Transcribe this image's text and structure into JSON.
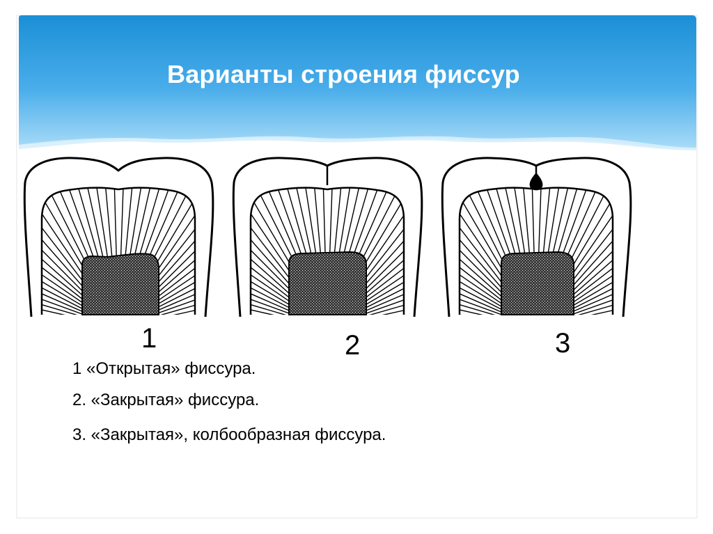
{
  "slide": {
    "title": "Варианты строения фиссур",
    "colors": {
      "header_top": "#1c8fd6",
      "header_bottom": "#9fd6f7",
      "outline": "#000000",
      "text": "#000000"
    }
  },
  "figure": {
    "teeth": [
      {
        "number": "1",
        "fissure": "open"
      },
      {
        "number": "2",
        "fissure": "closed"
      },
      {
        "number": "3",
        "fissure": "flask-shaped"
      }
    ]
  },
  "captions": [
    "1 «Открытая» фиссура.",
    "2. «Закрытая» фиссура.",
    "3. «Закрытая», колбообразная фиссура."
  ]
}
